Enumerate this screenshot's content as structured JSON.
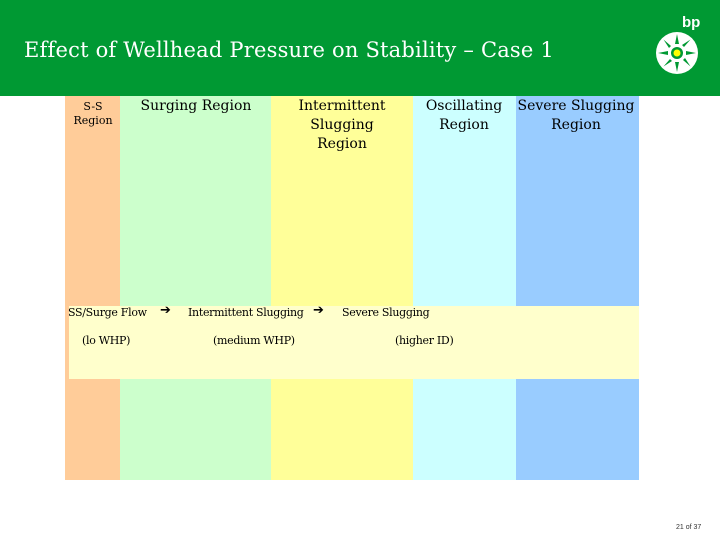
{
  "slide": {
    "title": "Effect of Wellhead Pressure on Stability – Case 1",
    "logo_text": "bp",
    "page_number": "21 of 37"
  },
  "regions": [
    {
      "label": "S-S\nRegion",
      "color": "#ffcc99"
    },
    {
      "label": "Surging Region",
      "color": "#ccffcc"
    },
    {
      "label": "Intermittent\nSlugging\nRegion",
      "color": "#ffff99"
    },
    {
      "label": "Oscillating\nRegion",
      "color": "#ccffff"
    },
    {
      "label": "Severe Slugging\nRegion",
      "color": "#99ccff"
    }
  ],
  "flow": {
    "step1": "SS/Surge Flow",
    "step2": "Intermittent Slugging",
    "step3": "Severe Slugging",
    "cond1": "(lo WHP)",
    "cond2": "(medium WHP)",
    "cond3": "(higher ID)"
  },
  "colors": {
    "header": "#009933",
    "band": "#ffffcc"
  },
  "icons": {
    "arrow": "right-arrow-icon",
    "logo": "bp-helios-logo"
  }
}
